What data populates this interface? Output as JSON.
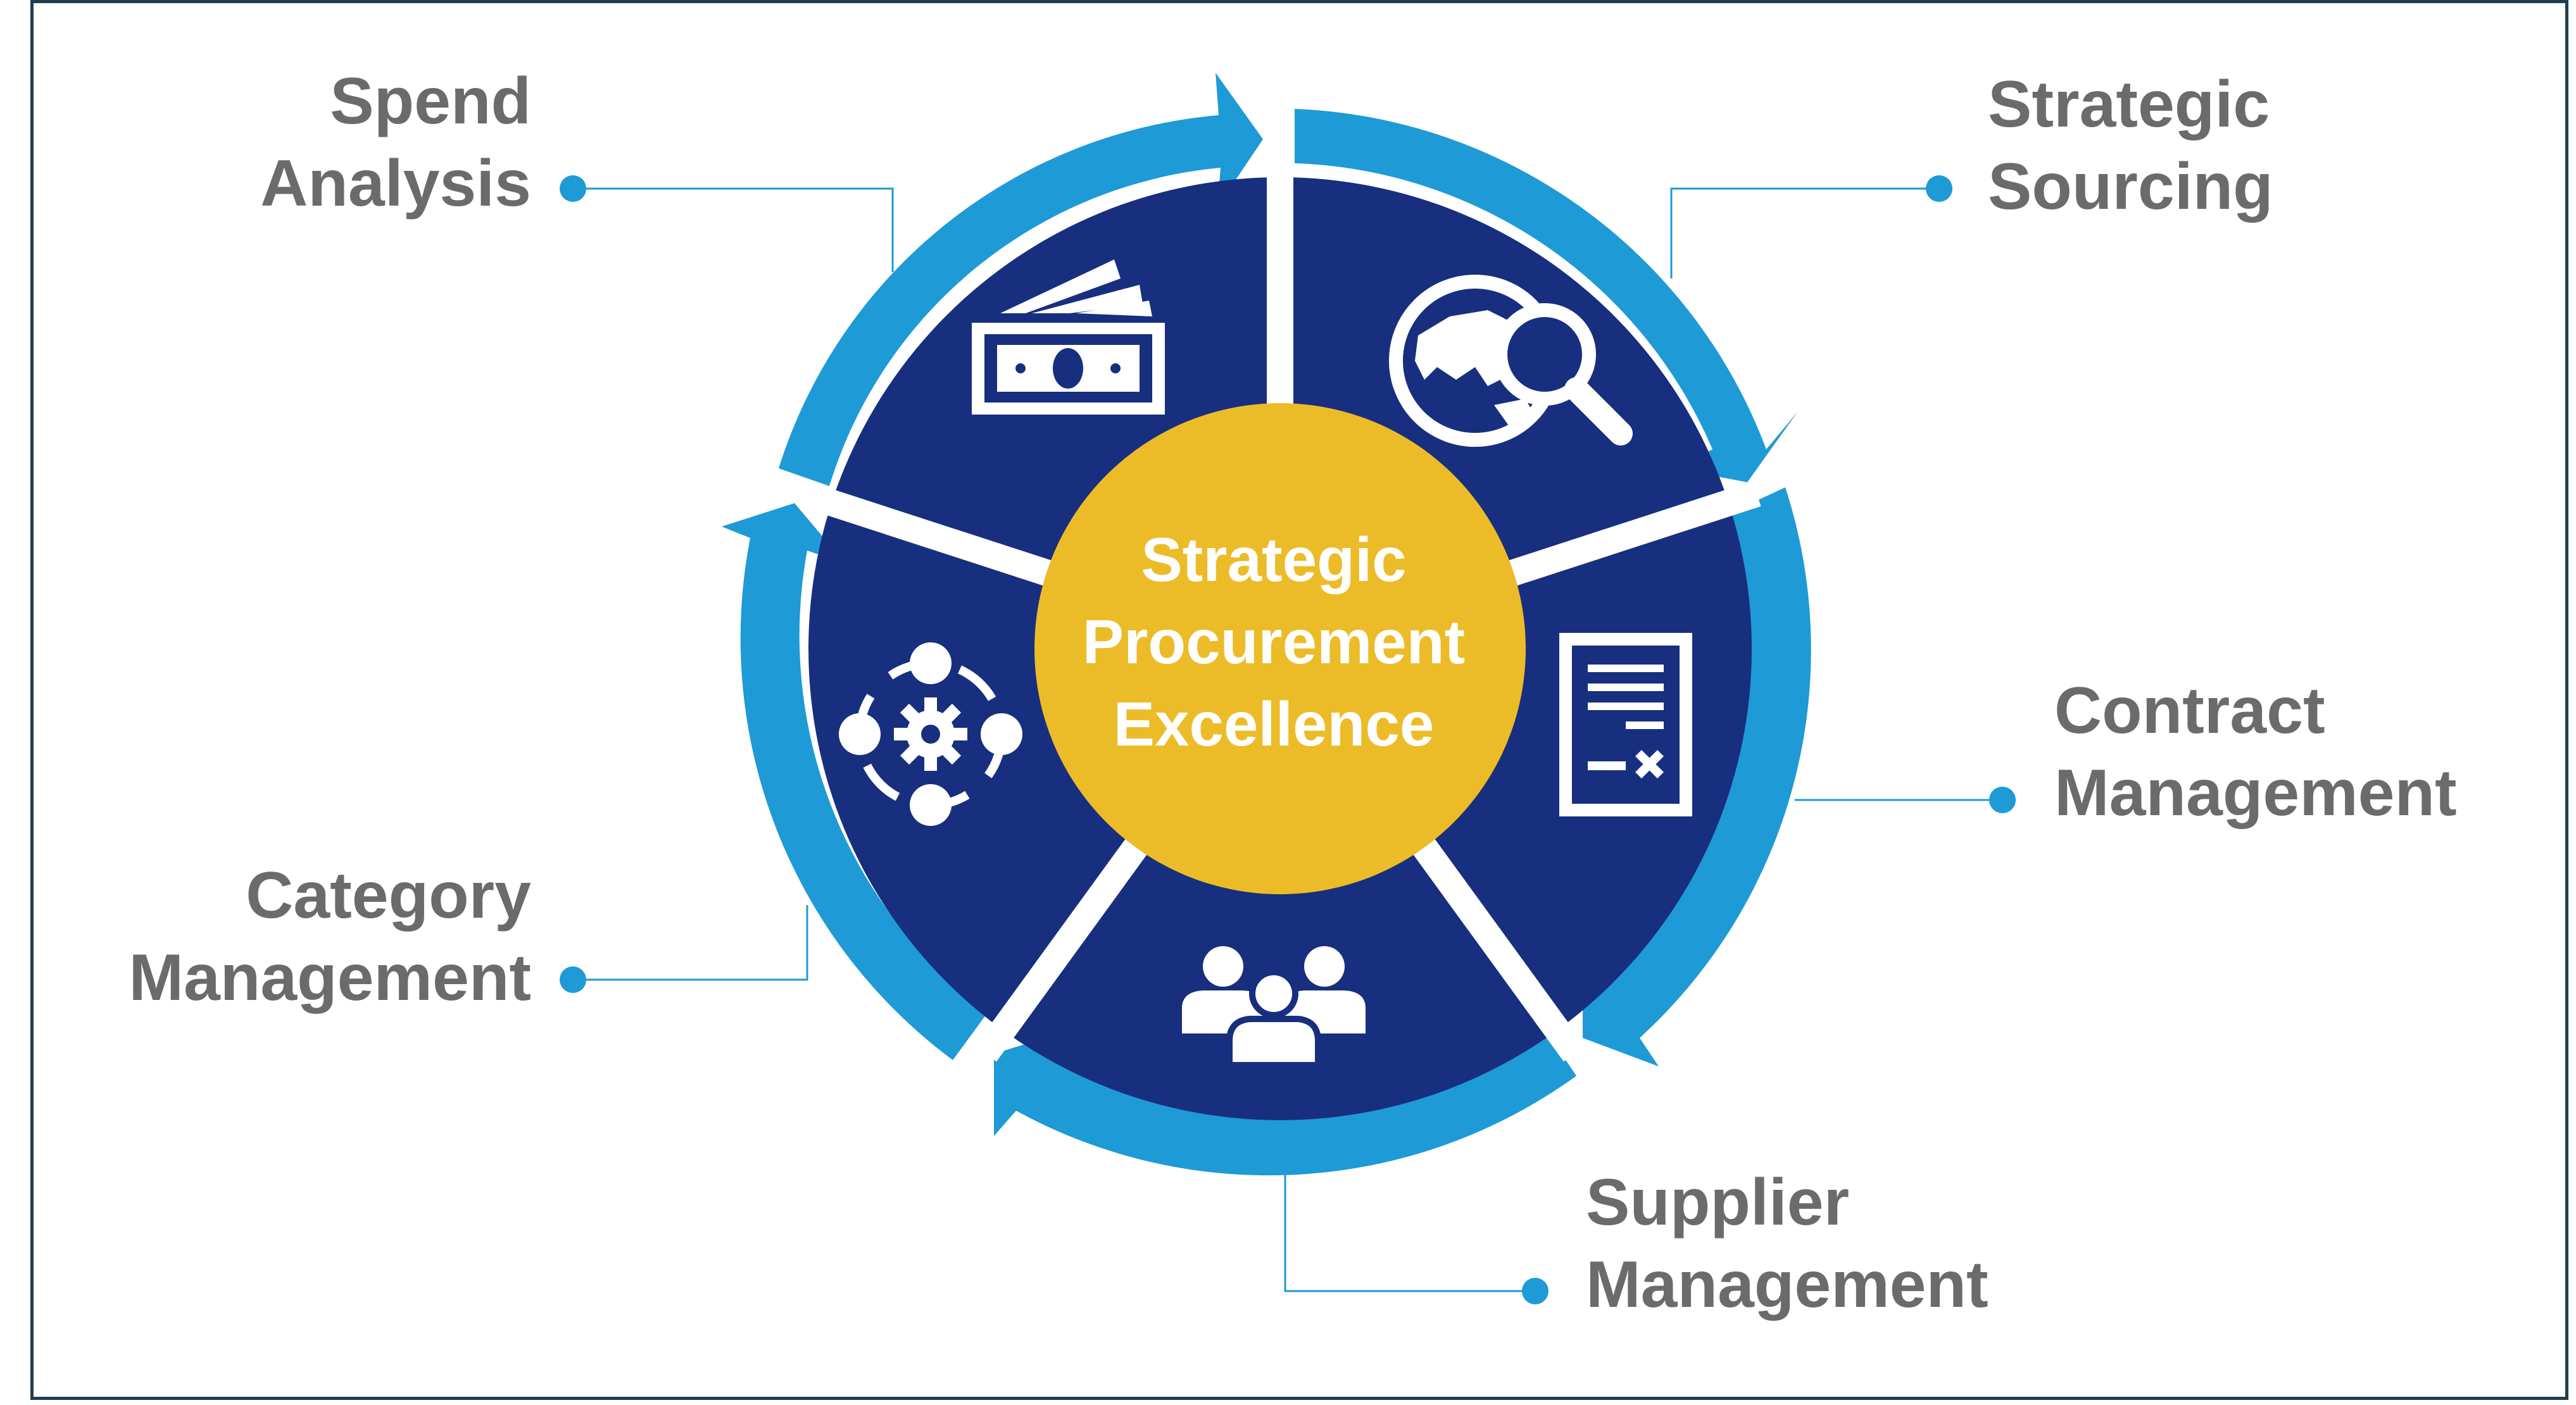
{
  "hub": {
    "lines": [
      "Strategic",
      "Procurement",
      "Excellence"
    ]
  },
  "stages": {
    "spend": {
      "lines": [
        "Spend",
        "Analysis"
      ],
      "icon": "money-icon"
    },
    "sourcing": {
      "lines": [
        "Strategic",
        "Sourcing"
      ],
      "icon": "globe-search-icon"
    },
    "contract": {
      "lines": [
        "Contract",
        "Management"
      ],
      "icon": "contract-document-icon"
    },
    "supplier": {
      "lines": [
        "Supplier",
        "Management"
      ],
      "icon": "people-group-icon"
    },
    "category": {
      "lines": [
        "Category",
        "Management"
      ],
      "icon": "gear-network-icon"
    }
  },
  "colors": {
    "background": "#ffffff",
    "frame": "#1f3f4f",
    "segment": "#172f7e",
    "arrow": "#1e9ad6",
    "hub": "#ecbb28",
    "hub_text": "#ffffff",
    "label_text": "#6b6b6b",
    "connector": "#1e9ad6"
  }
}
